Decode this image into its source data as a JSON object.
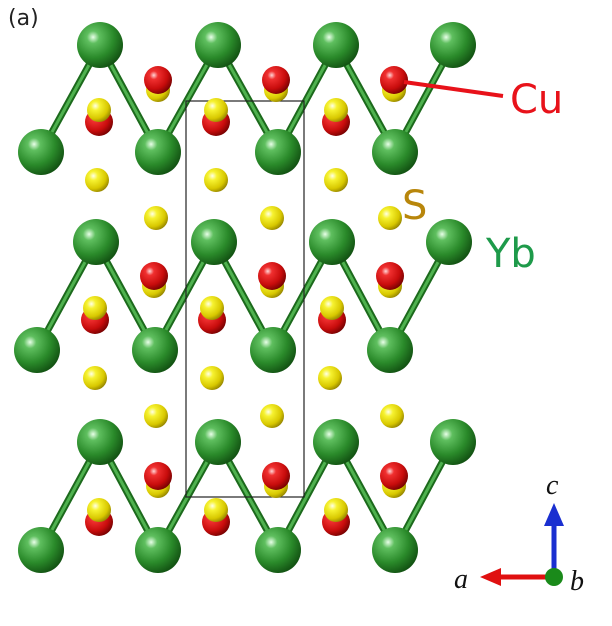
{
  "panel_label": "(a)",
  "species": [
    {
      "symbol": "Cu",
      "color": "#e8121a"
    },
    {
      "symbol": "S",
      "color": "#b8860b"
    },
    {
      "symbol": "Yb",
      "color": "#1e9a4a"
    }
  ],
  "axes": {
    "c": {
      "label": "c",
      "color": "#1a2fd0"
    },
    "a": {
      "label": "a",
      "color": "#e01010"
    },
    "b": {
      "label": "b",
      "color": "#1a8a1a"
    }
  },
  "colors": {
    "yb_atom": "#2e8b2e",
    "cu_atom": "#e01010",
    "s_atom": "#f2ee10",
    "bond": "#2e8b2e",
    "unit_cell": "#222222"
  }
}
